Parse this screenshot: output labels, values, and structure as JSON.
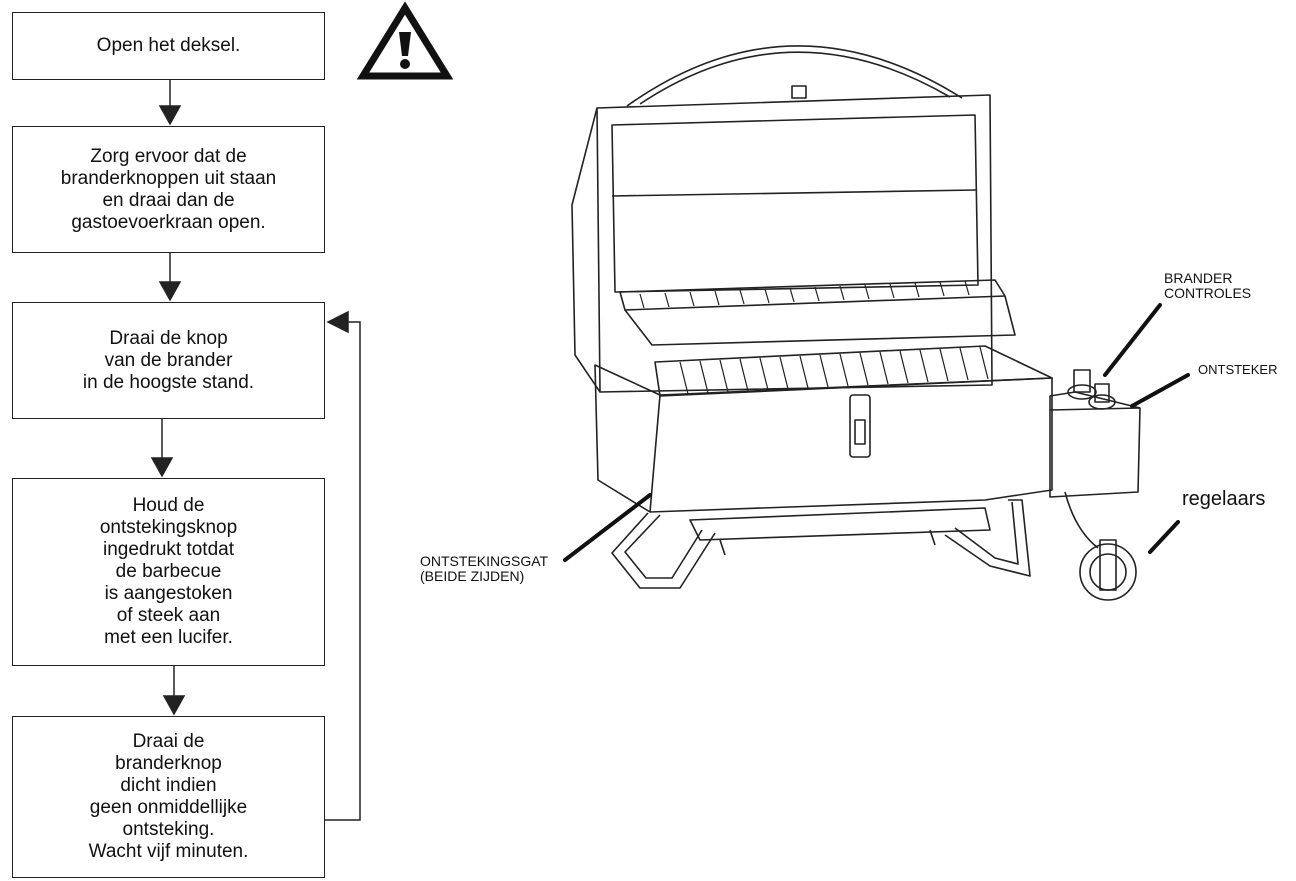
{
  "flowchart": {
    "steps": [
      "Open het deksel.",
      "Zorg ervoor dat de\nbranderknoppen uit staan\nen draai dan de\ngastoevoerkraan open.",
      "Draai de knop\nvan de brander\nin de hoogste stand.",
      "Houd de\nontstekingsknop\ningedrukt totdat\nde barbecue\nis aangestoken\nof steek aan\nmet een lucifer.",
      "Draai de\nbranderknop\ndicht indien\ngeen onmiddellijke\nontsteking.\nWacht vijf minuten."
    ]
  },
  "icons": {
    "warning": "warning-triangle-icon"
  },
  "labels": {
    "burner_controls": "BRANDER\nCONTROLES",
    "igniter": "ONTSTEKER",
    "regulators": "regelaars",
    "ignition_hole": "ONTSTEKINGSGAT\n(BEIDE ZIJDEN)"
  }
}
